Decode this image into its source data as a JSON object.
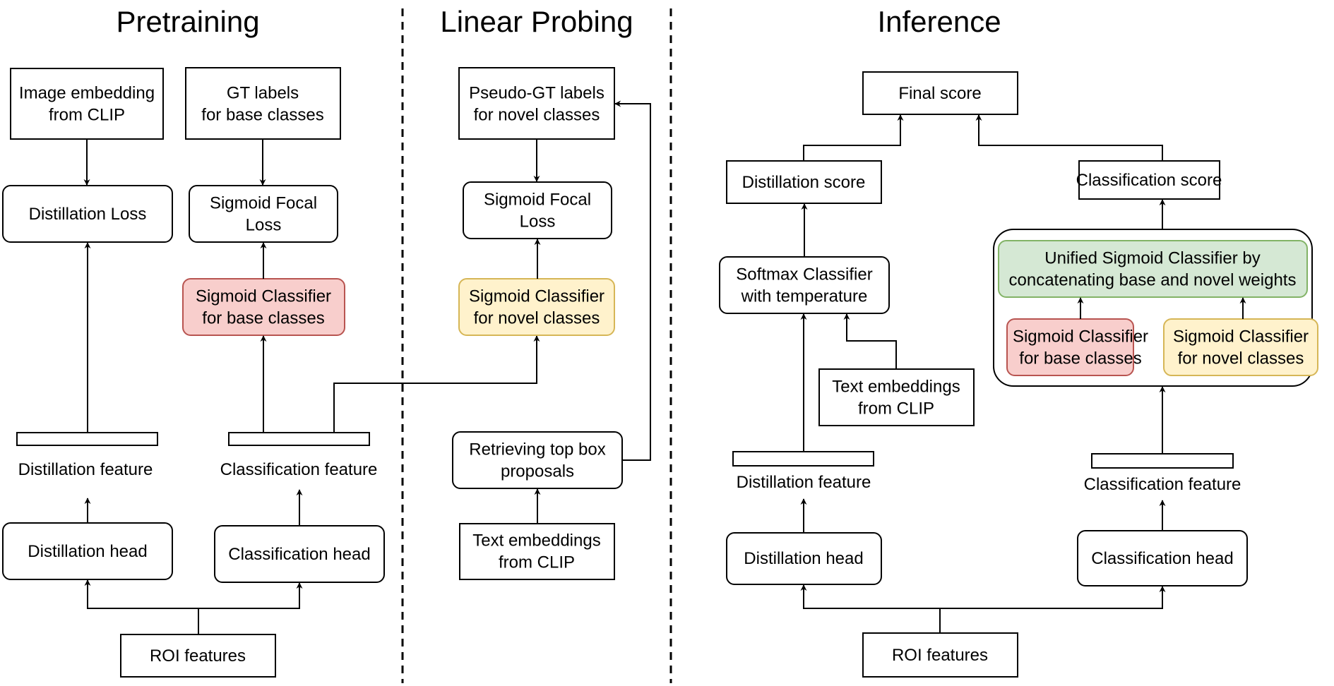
{
  "sections": {
    "pretraining": "Pretraining",
    "linear_probing": "Linear Probing",
    "inference": "Inference"
  },
  "pretraining": {
    "image_embedding": [
      "Image embedding",
      "from CLIP"
    ],
    "gt_labels": [
      "GT labels",
      "for base classes"
    ],
    "distillation_loss": [
      "Distillation Loss"
    ],
    "focal_loss": [
      "Sigmoid Focal",
      "Loss"
    ],
    "sigmoid_base": [
      "Sigmoid Classifier",
      "for base classes"
    ],
    "distillation_feature": "Distillation feature",
    "classification_feature": "Classification feature",
    "distillation_head": [
      "Distillation head"
    ],
    "classification_head": [
      "Classification head"
    ],
    "roi_features": [
      "ROI features"
    ]
  },
  "probing": {
    "pseudo_gt": [
      "Pseudo-GT labels",
      "for novel classes"
    ],
    "focal_loss": [
      "Sigmoid Focal",
      "Loss"
    ],
    "sigmoid_novel": [
      "Sigmoid Classifier",
      "for novel classes"
    ],
    "retrieving": [
      "Retrieving top box",
      "proposals"
    ],
    "text_embeddings": [
      "Text embeddings",
      "from CLIP"
    ]
  },
  "inference": {
    "final_score": [
      "Final score"
    ],
    "distillation_score": [
      "Distillation score"
    ],
    "classification_score": [
      "Classification score"
    ],
    "softmax": [
      "Softmax Classifier",
      "with temperature"
    ],
    "unified": [
      "Unified Sigmoid Classifier by",
      "concatenating base and novel weights"
    ],
    "sigmoid_base": [
      "Sigmoid Classifier",
      "for base classes"
    ],
    "sigmoid_novel": [
      "Sigmoid Classifier",
      "for novel classes"
    ],
    "text_embeddings": [
      "Text embeddings",
      "from CLIP"
    ],
    "distillation_feature": "Distillation feature",
    "classification_feature": "Classification feature",
    "distillation_head": [
      "Distillation head"
    ],
    "classification_head": [
      "Classification head"
    ],
    "roi_features": [
      "ROI features"
    ]
  },
  "colors": {
    "base_fill": "#f8cecc",
    "novel_fill": "#fff2cc",
    "unified_fill": "#d5e8d4"
  }
}
